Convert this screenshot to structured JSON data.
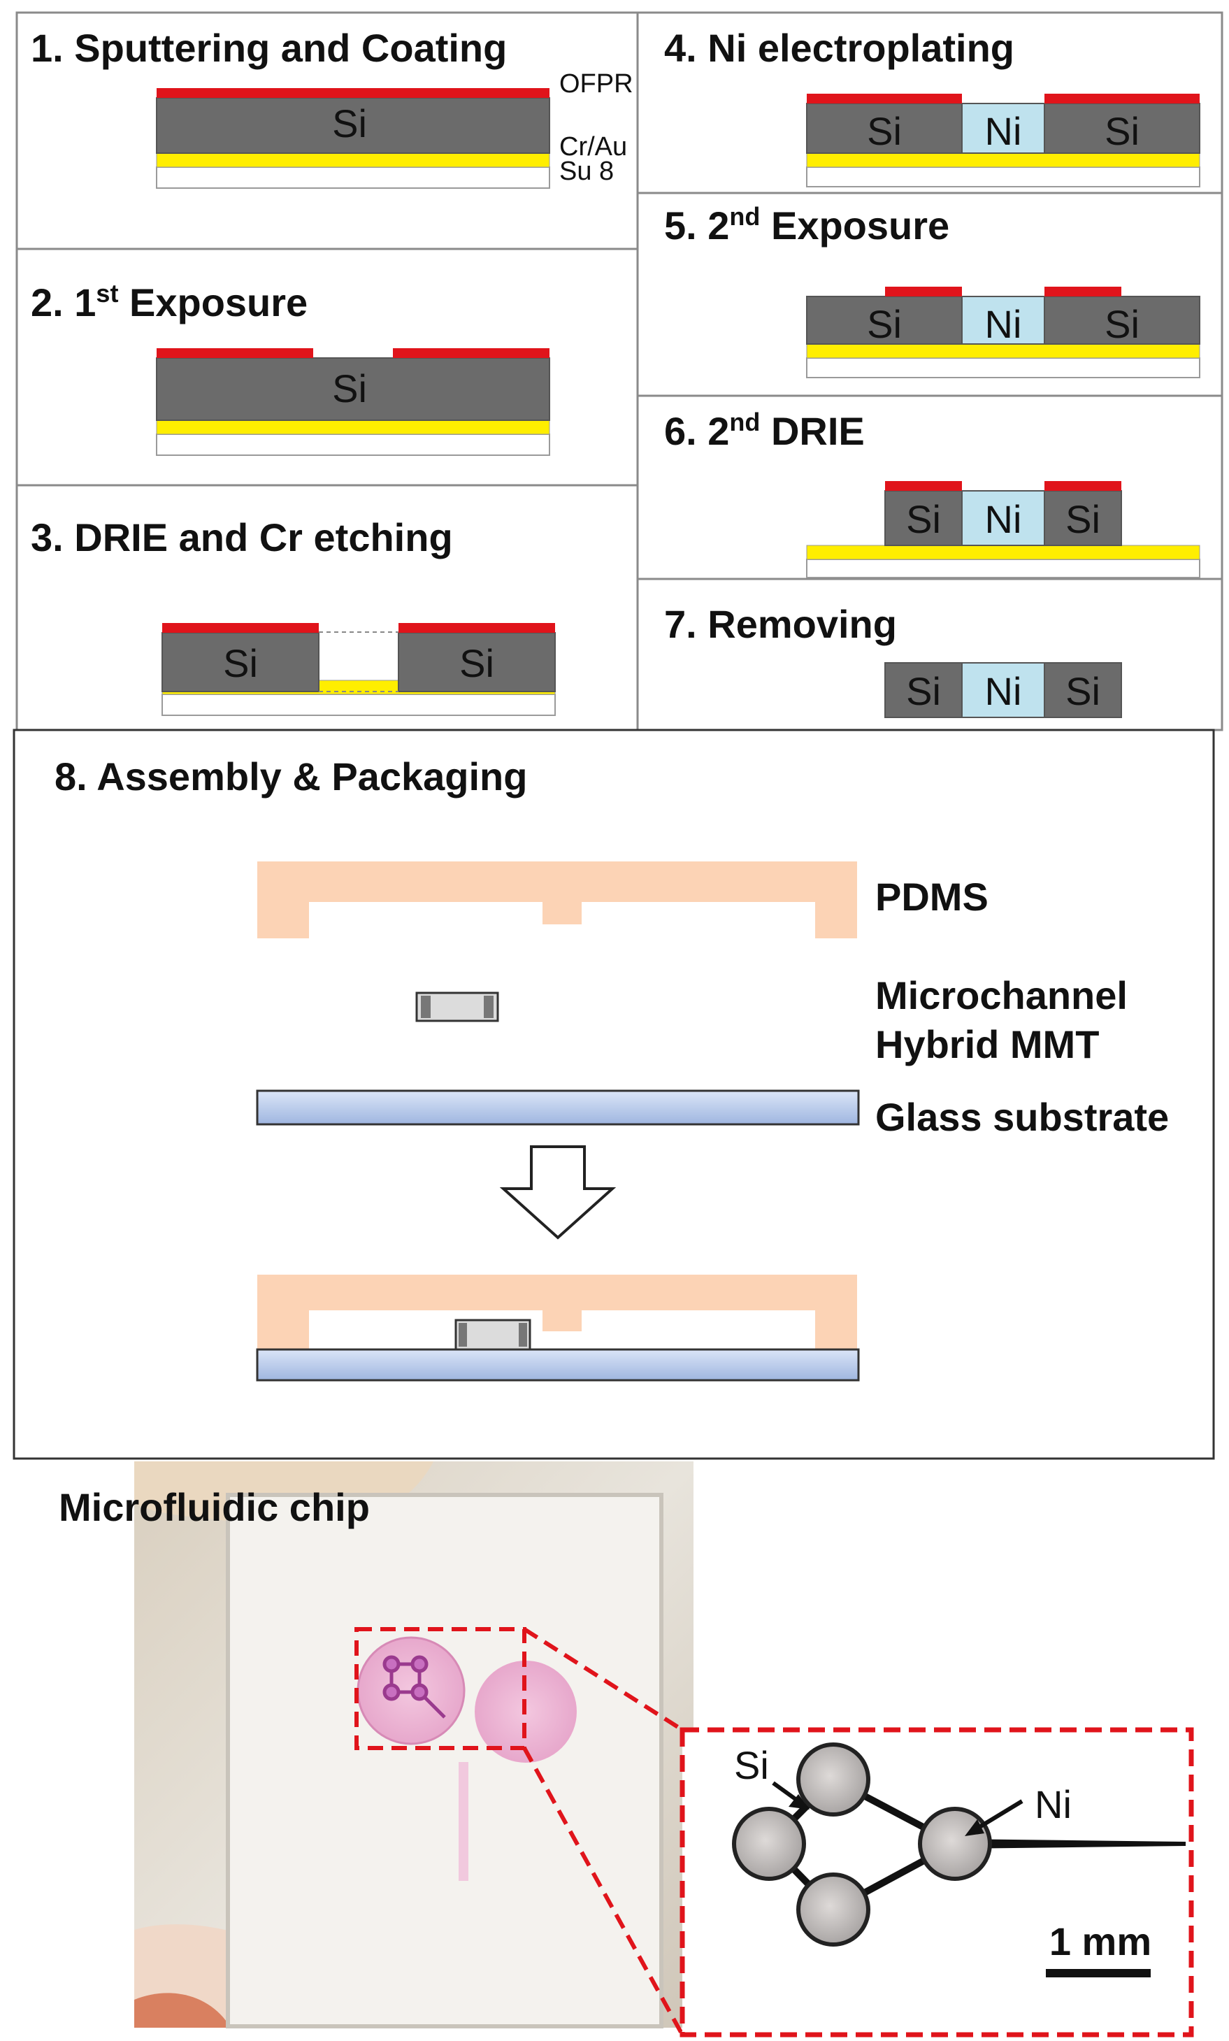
{
  "steps": {
    "s1": {
      "num": "1.",
      "title": "Sputtering and Coating"
    },
    "s2": {
      "num": "2.",
      "ord": "1",
      "sup": "st",
      "title": "Exposure"
    },
    "s3": {
      "num": "3.",
      "title": "DRIE and Cr etching"
    },
    "s4": {
      "num": "4.",
      "title": "Ni electroplating"
    },
    "s5": {
      "num": "5.",
      "ord": "2",
      "sup": "nd",
      "title": "Exposure"
    },
    "s6": {
      "num": "6.",
      "ord": "2",
      "sup": "nd",
      "title": "DRIE"
    },
    "s7": {
      "num": "7.",
      "title": "Removing"
    },
    "s8": {
      "num": "8.",
      "title": "Assembly  & Packaging"
    }
  },
  "materials": {
    "si": "Si",
    "ni": "Ni",
    "ofpr": "OFPR",
    "crau": "Cr/Au",
    "su8": "Su 8"
  },
  "assembly_labels": {
    "pdms": "PDMS",
    "microchannel": "Microchannel",
    "hybrid": "Hybrid MMT",
    "glass": "Glass substrate"
  },
  "photo": {
    "title": "Microfluidic chip",
    "inset_si": "Si",
    "inset_ni": "Ni",
    "scale": "1 mm"
  },
  "colors": {
    "si": "#6b6b6b",
    "ofpr": "#e0141b",
    "cr_au": "#ffee00",
    "ni": "#bfe2ee",
    "pdms": "#fcd3b5",
    "glass": "#bccdec",
    "dashed_red": "#e0141b"
  }
}
